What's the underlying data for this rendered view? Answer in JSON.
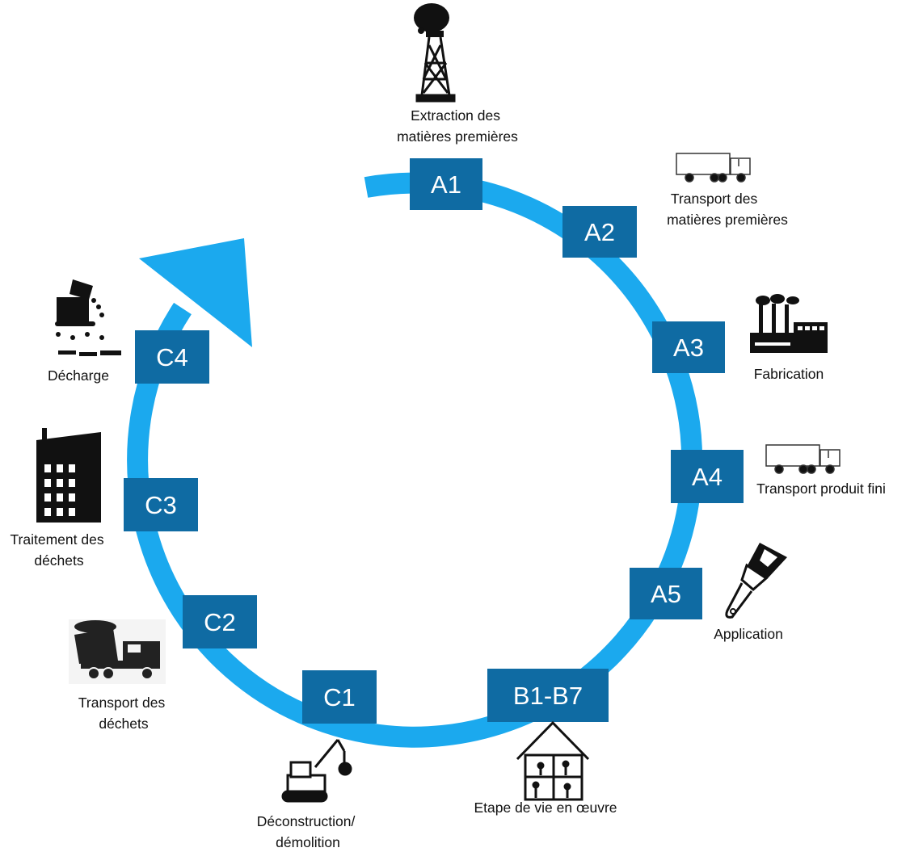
{
  "colors": {
    "ring": "#1ba9ee",
    "box": "#0f6ba3",
    "box_text": "#ffffff",
    "icon": "#111111"
  },
  "stages": {
    "a1": {
      "code": "A1",
      "caption": [
        "Extraction des",
        "matières premières"
      ],
      "icon": "oil-derrick-icon"
    },
    "a2": {
      "code": "A2",
      "caption": [
        "Transport des",
        "matières premières"
      ],
      "icon": "truck-icon"
    },
    "a3": {
      "code": "A3",
      "caption": [
        "Fabrication"
      ],
      "icon": "factory-icon"
    },
    "a4": {
      "code": "A4",
      "caption": [
        "Transport produit fini"
      ],
      "icon": "truck-icon"
    },
    "a5": {
      "code": "A5",
      "caption": [
        "Application"
      ],
      "icon": "paintbrush-icon"
    },
    "b": {
      "code": "B1-B7",
      "caption": [
        "Etape de vie en œuvre"
      ],
      "icon": "house-icon"
    },
    "c1": {
      "code": "C1",
      "caption": [
        "Déconstruction/",
        "démolition"
      ],
      "icon": "excavator-icon"
    },
    "c2": {
      "code": "C2",
      "caption": [
        "Transport des",
        "déchets"
      ],
      "icon": "dump-truck-icon"
    },
    "c3": {
      "code": "C3",
      "caption": [
        "Traitement des",
        "déchets"
      ],
      "icon": "waste-plant-icon"
    },
    "c4": {
      "code": "C4",
      "caption": [
        "Décharge"
      ],
      "icon": "landfill-icon"
    }
  }
}
